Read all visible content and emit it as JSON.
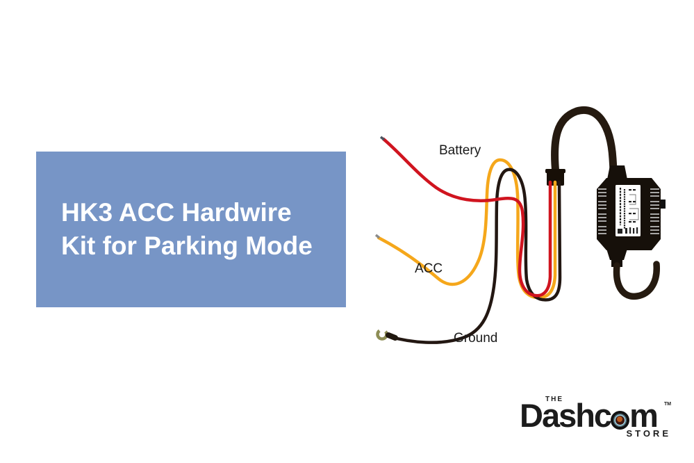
{
  "title_card": {
    "heading_line1": "HK3 ACC Hardwire",
    "heading_line2": "Kit for Parking Mode",
    "bg_color": "#7795c6",
    "text_color": "#ffffff"
  },
  "diagram": {
    "labels": {
      "battery": "Battery",
      "acc": "ACC",
      "ground": "Ground"
    },
    "wire_colors": {
      "battery_wire": "#d0141f",
      "acc_wire": "#f5a71b",
      "ground_wire": "#231712",
      "power_cable": "#251a10",
      "output_cable": "#251a10"
    },
    "device": {
      "body_color": "#16100a",
      "label_color": "#ffffff",
      "ring_terminal_color": "#8d8d55"
    }
  },
  "logo": {
    "the": "THE",
    "brand_prefix": "Dashc",
    "brand_suffix": "m",
    "tm": "TM",
    "store": "STORE",
    "lens_ring_color": "#9fd3e4",
    "lens_center_color": "#3f1710",
    "lens_pupil_color": "#b95a1d"
  }
}
